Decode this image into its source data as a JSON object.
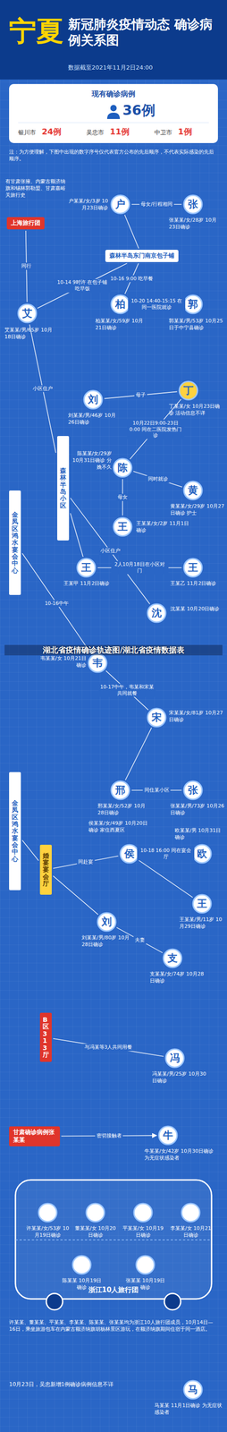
{
  "diagram": {
    "title": "新冠肺炎疫情动态 确诊病例关系图",
    "nodes": [
      {
        "text": [
          "上海旅行团"
        ]
      },
      {
        "text": [
          "户"
        ]
      },
      {
        "text": [
          "张"
        ]
      },
      {
        "text": [
          "森林半岛东门南京包子铺"
        ]
      },
      {
        "text": [
          "艾"
        ]
      },
      {
        "text": [
          "柏"
        ]
      },
      {
        "text": [
          "郭"
        ]
      },
      {
        "text": [
          "森林半岛小区"
        ]
      },
      {
        "text": [
          "刘"
        ]
      },
      {
        "text": [
          "丁"
        ]
      },
      {
        "text": [
          "陈"
        ]
      },
      {
        "text": [
          "黄"
        ]
      },
      {
        "text": [
          "王"
        ]
      },
      {
        "text": [
          "王"
        ]
      },
      {
        "text": [
          "王"
        ]
      },
      {
        "text": [
          "沈"
        ]
      },
      {
        "text": [
          "金凤区鸿水宴会中心"
        ]
      },
      {
        "text": [
          "韦"
        ]
      },
      {
        "text": [
          "宋"
        ]
      },
      {
        "text": [
          "邢"
        ]
      },
      {
        "text": [
          "张"
        ]
      },
      {
        "text": [
          "金凤区鸿水宴会中心"
        ]
      },
      {
        "text": [
          "婚宴宴会厅"
        ]
      },
      {
        "text": [
          "侯"
        ]
      },
      {
        "text": [
          "欧"
        ]
      },
      {
        "text": [
          "王"
        ]
      },
      {
        "text": [
          "刘"
        ]
      },
      {
        "text": [
          "支"
        ]
      },
      {
        "text": [
          "B区313厅"
        ]
      },
      {
        "text": [
          "冯"
        ]
      },
      {
        "text": [
          "甘肃确诊病例张某某"
        ]
      },
      {
        "text": [
          "牛"
        ]
      },
      {
        "text": [
          "浙江10人旅行团"
        ]
      },
      {
        "text": [
          "许"
        ],
        "in": 32
      },
      {
        "text": [
          "董"
        ],
        "in": 32
      },
      {
        "text": [
          "平"
        ],
        "in": 32
      },
      {
        "text": [
          "李"
        ],
        "in": 32
      },
      {
        "text": [
          "陈"
        ],
        "in": 32
      },
      {
        "text": [
          "张"
        ],
        "in": 32
      },
      {
        "text": [
          "马"
        ]
      }
    ],
    "edges": [
      {
        "from": 0,
        "to": 4,
        "arrow": "none",
        "label": "同行"
      },
      {
        "from": 1,
        "to": 2,
        "arrow": "none",
        "label": "母女/行程相同"
      },
      {
        "from": 1,
        "to": 3,
        "arrow": "none"
      },
      {
        "from": 4,
        "to": 3,
        "arrow": "none",
        "label": "10-14 9时许 在包子铺吃早饭"
      },
      {
        "from": 5,
        "to": 3,
        "arrow": "none",
        "label": "10-16 9:00 吃早餐"
      },
      {
        "from": 5,
        "to": 6,
        "arrow": "none",
        "label": "10-20 14:40-15:15 在同一医院就诊"
      },
      {
        "from": 4,
        "to": 7,
        "arrow": "none",
        "label": "小区住户"
      },
      {
        "from": 8,
        "to": 9,
        "arrow": "none",
        "label": "母子"
      },
      {
        "from": 9,
        "to": 10,
        "arrow": "none",
        "label": "10月22日9:00-23日0:00 同在二医院发热门诊"
      },
      {
        "from": 10,
        "to": 11,
        "arrow": "none",
        "label": "同时就诊"
      },
      {
        "from": 10,
        "to": 12,
        "arrow": "none",
        "label": "母女"
      },
      {
        "from": 7,
        "to": 13,
        "arrow": "none"
      },
      {
        "from": 13,
        "to": 14,
        "arrow": "none",
        "label": "2人10月18日在小区对门"
      },
      {
        "from": 7,
        "to": 15,
        "arrow": "none",
        "label": "小区住户"
      },
      {
        "from": 16,
        "to": 17,
        "arrow": "none",
        "label": "10-16中午"
      },
      {
        "from": 17,
        "to": 18,
        "arrow": "none",
        "label": "10-17中午，韦某和宋某共同就餐"
      },
      {
        "from": 18,
        "to": 19,
        "arrow": "none"
      },
      {
        "from": 19,
        "to": 20,
        "arrow": "none",
        "label": "同住某小区"
      },
      {
        "from": 21,
        "to": 22,
        "arrow": "none"
      },
      {
        "from": 22,
        "to": 23,
        "arrow": "none",
        "label": "同赴宴"
      },
      {
        "from": 23,
        "to": 24,
        "arrow": "none",
        "label": "10-18 16:00 同在宴会厅"
      },
      {
        "from": 23,
        "to": 25,
        "arrow": "none"
      },
      {
        "from": 22,
        "to": 26,
        "arrow": "none"
      },
      {
        "from": 26,
        "to": 27,
        "arrow": "none",
        "label": "夫妻"
      },
      {
        "from": 28,
        "to": 29,
        "arrow": "none",
        "label": "与冯某等3人共同用餐"
      },
      {
        "from": 30,
        "to": 31,
        "arrow": "to",
        "label": "密切接触者"
      }
    ],
    "labels": [
      "宁夏",
      "数据截至2021年11月2日24:00",
      "现有确诊病例",
      "36例",
      "银川市",
      "24例",
      "吴忠市",
      "11例",
      "中卫市",
      "1例",
      "注：为方便理解，下图中出现的数字序号仅代表官方公布的先后顺序，不代表实际感染的先后顺序。",
      "有甘肃张掖、内蒙古额济纳旗和锡林郭勒盟、甘肃嘉峪关旅行史",
      "户某某/女/3岁 10月23日确诊",
      "张某某/女/28岁 10月23日确诊",
      "艾某某/男/65岁 10月18日确诊",
      "柏某某/女/59岁 10月21日确诊",
      "郭某某/男/53岁 10月25日于中宁县确诊",
      "刘某某/男/46岁 10月26日确诊",
      "丁某某/女 10月23日确诊 活动信息不详",
      "陈某某/女/29岁 10月31日确诊 分娩不久",
      "黄某某/女/29岁 10月27日确诊 护士",
      "王某某/女/2岁 11月1日确诊",
      "王某甲 11月2日确诊",
      "王某乙 11月2日确诊",
      "沈某某 10月20日确诊",
      "湖北省疫情确诊轨迹图/湖北省疫情数据表",
      "韦某某/女 10月21日确诊",
      "宋某某/女/81岁 10月27日确诊",
      "邢某某/女/52岁 10月28日确诊",
      "张某某/男/73岁 10月26日确诊",
      "侯某某/女/49岁 10月20日确诊 家住西夏区",
      "欧某某/男 10月31日确诊",
      "王某某/男/11岁 10月29日确诊",
      "刘某某/男/80岁 10月28日确诊",
      "支某某/女/74岁 10月28日确诊",
      "冯某某/男/25岁 10月30日确诊",
      "牛某某/女/42岁 10月30日确诊 为无症状感染者",
      "许某某/女/53岁 10月19日确诊",
      "董某某/女 10月20日确诊",
      "平某某/女 10月19日确诊",
      "李某某/女 10月21日确诊",
      "陈某某 10月19日确诊",
      "张某某 10月19日确诊",
      "许某某、董某某、平某某、李某某、陈某某、张某某均为浙江10人旅行团成员，10月14日—16日，乘坐旅游包车在内蒙古额济纳旗胡杨林景区游玩，在额济纳旗期间住宿于同一酒店。",
      "10月23日，吴忠新增1例确诊病例信息不详",
      "马某某 11月1日确诊 为无症状感染者"
    ]
  }
}
